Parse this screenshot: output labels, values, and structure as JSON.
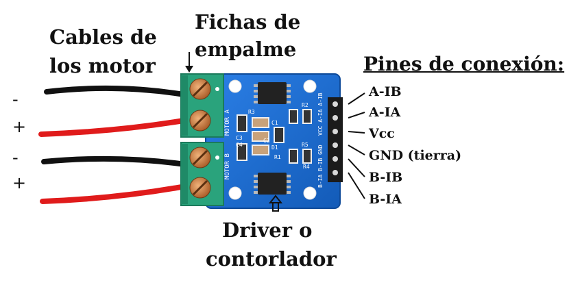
{
  "labels": {
    "cables_line1": "Cables de",
    "cables_line2": "los motor",
    "fichas_line1": "Fichas de",
    "fichas_line2": "empalme",
    "pines_title": "Pines de conexión:",
    "driver_line1": "Driver o",
    "driver_line2": "contorlador"
  },
  "wire_signs": [
    "-",
    "+",
    "-",
    "+"
  ],
  "pins": [
    "A-IB",
    "A-IA",
    "Vcc",
    "GND (tierra)",
    "B-IB",
    "B-IA"
  ],
  "silkscreen": {
    "motor_a": "MOTOR A",
    "motor_b": "MOTOR B",
    "header_top": "VCC A-IA A-IB",
    "header_bottom": "B-IA B-IB GND",
    "refs": [
      "R3",
      "C1",
      "C2",
      "C3",
      "R2",
      "R1",
      "D1",
      "R5",
      "C4",
      "R4"
    ]
  },
  "colors": {
    "pcb": "#1a6bd1",
    "terminal": "#2aa37c",
    "wire_red": "#e01b1b",
    "wire_black": "#111111",
    "screw": "#c9733a"
  }
}
